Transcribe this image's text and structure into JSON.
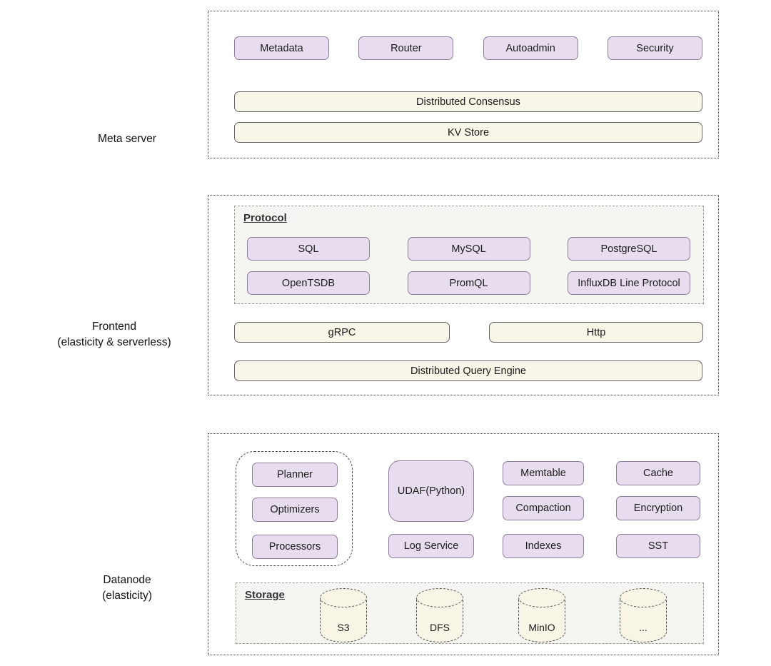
{
  "row_labels": {
    "meta": "Meta server",
    "frontend": [
      "Frontend",
      "(elasticity & serverless)"
    ],
    "datanode": [
      "Datanode",
      "(elasticity)"
    ]
  },
  "meta": {
    "chips": [
      "Metadata",
      "Router",
      "Autoadmin",
      "Security"
    ],
    "bars": [
      "Distributed Consensus",
      "KV Store"
    ]
  },
  "frontend": {
    "protocol": {
      "title": "Protocol",
      "chips": [
        "SQL",
        "MySQL",
        "PostgreSQL",
        "OpenTSDB",
        "PromQL",
        "InfluxDB Line Protocol"
      ]
    },
    "bars": [
      "gRPC",
      "Http"
    ],
    "full_bar": "Distributed Query Engine"
  },
  "datanode": {
    "query_group": [
      "Planner",
      "Optimizers",
      "Processors"
    ],
    "middle_column": [
      "UDAF(Python)",
      "Log Service"
    ],
    "engine_column": [
      "Memtable",
      "Compaction",
      "Indexes"
    ],
    "file_column": [
      "Cache",
      "Encryption",
      "SST"
    ],
    "storage": {
      "title": "Storage",
      "cylinders": [
        "S3",
        "DFS",
        "MinIO",
        "..."
      ]
    }
  },
  "colors": {
    "node_fill": "#e7ddee",
    "node_border": "#8d7d9d",
    "bar_fill": "#f8f6e8",
    "bar_border": "#636363",
    "panel_fill": "#f5f5f2",
    "dashed_line": "#3d3d3d",
    "canvas": "#ffffff"
  }
}
